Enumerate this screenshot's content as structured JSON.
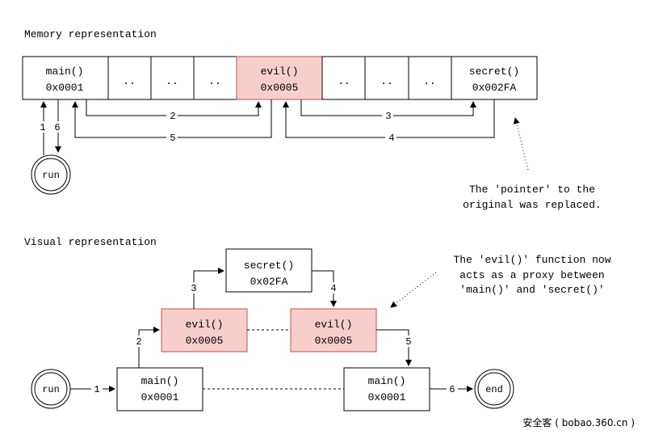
{
  "memory": {
    "title": "Memory representation",
    "cells": [
      {
        "name": "main()",
        "addr": "0x0001"
      },
      {
        "name": "..",
        "addr": ""
      },
      {
        "name": "..",
        "addr": ""
      },
      {
        "name": "..",
        "addr": ""
      },
      {
        "name": "evil()",
        "addr": "0x0005"
      },
      {
        "name": "..",
        "addr": ""
      },
      {
        "name": "..",
        "addr": ""
      },
      {
        "name": "..",
        "addr": ""
      },
      {
        "name": "secret()",
        "addr": "0x002FA"
      }
    ],
    "run_label": "run",
    "arrow_labels": [
      "1",
      "6",
      "2",
      "5",
      "3",
      "4"
    ],
    "note_lines": [
      "The 'pointer' to the",
      "original was replaced."
    ]
  },
  "visual": {
    "title": "Visual representation",
    "run_label": "run",
    "end_label": "end",
    "main_left": {
      "name": "main()",
      "addr": "0x0001"
    },
    "main_right": {
      "name": "main()",
      "addr": "0x0001"
    },
    "evil_left": {
      "name": "evil()",
      "addr": "0x0005"
    },
    "evil_right": {
      "name": "evil()",
      "addr": "0x0005"
    },
    "secret": {
      "name": "secret()",
      "addr": "0x02FA"
    },
    "arrow_labels": [
      "1",
      "2",
      "3",
      "4",
      "5",
      "6"
    ],
    "note_lines": [
      "The 'evil()' function now",
      "acts as a proxy between",
      "'main()' and 'secret()'"
    ]
  },
  "watermark": "安全客 ( bobao.360.cn )",
  "colors": {
    "evil_fill": "#f8cecc",
    "evil_stroke": "#b85450"
  }
}
